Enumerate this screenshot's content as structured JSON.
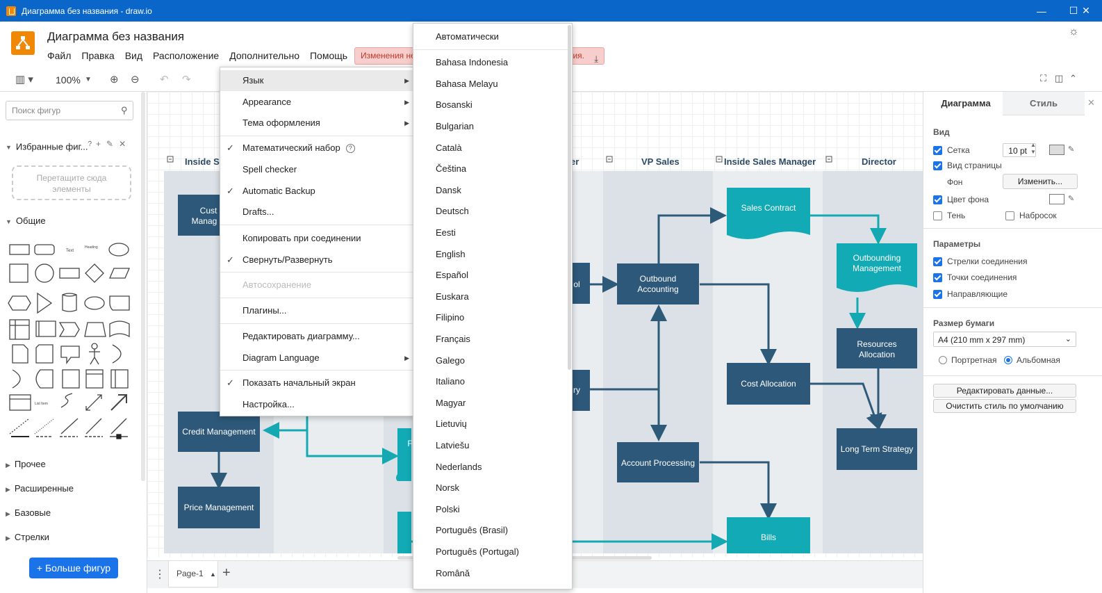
{
  "window": {
    "title": "Диаграмма без названия - draw.io"
  },
  "header": {
    "doc_title": "Диаграмма без названия",
    "menu": [
      "Файл",
      "Правка",
      "Вид",
      "Расположение",
      "Дополнительно",
      "Помощь"
    ],
    "unsaved_start": "Изменения не",
    "unsaved_end": "ния."
  },
  "toolbar": {
    "zoom": "100%"
  },
  "sidebar": {
    "search_placeholder": "Поиск фигур",
    "favorites": "Избранные фиг...",
    "favorites_help": "?",
    "drop_hint_1": "Перетащите сюда",
    "drop_hint_2": "элементы",
    "general": "Общие",
    "sections": [
      "Прочее",
      "Расширенные",
      "Базовые",
      "Стрелки"
    ],
    "more_shapes": "+ Больше фигур",
    "shape_text_samples": [
      "Text",
      "Heading",
      "List Item"
    ]
  },
  "diagram": {
    "lanes": [
      "Inside S",
      "er",
      "VP Sales",
      "Inside Sales Manager",
      "Director"
    ],
    "nodes": {
      "cust_1": "Cust",
      "cust_2": "Manag",
      "ol": "ol",
      "ry": "ry",
      "sales_contract": "Sales Contract",
      "outbound_1": "Outbound",
      "outbound_2": "Accounting",
      "outbounding_1": "Outbounding",
      "outbounding_2": "Management",
      "resources_1": "Resources",
      "resources_2": "Allocation",
      "cost_allocation": "Cost Allocation",
      "credit_management": "Credit Management",
      "account_processing": "Account Processing",
      "long_term_strategy": "Long Term Strategy",
      "price_management": "Price Management",
      "bills": "Bills",
      "f_partial": "F"
    },
    "colors": {
      "dark": "#2d5879",
      "teal": "#12aab5",
      "lane": "#dbe1e6",
      "arrow_dark": "#2e5a7a",
      "arrow_teal": "#14a9b2"
    }
  },
  "pages": {
    "tab": "Page-1"
  },
  "right_panel": {
    "tab_diagram": "Диаграмма",
    "tab_style": "Стиль",
    "view_head": "Вид",
    "grid": "Сетка",
    "grid_size": "10 pt",
    "page_view": "Вид страницы",
    "background": "Фон",
    "change_btn": "Изменить...",
    "bg_color": "Цвет фона",
    "shadow": "Тень",
    "sketch": "Набросок",
    "params_head": "Параметры",
    "connection_arrows": "Стрелки соединения",
    "connection_points": "Точки соединения",
    "guides": "Направляющие",
    "paper_head": "Размер бумаги",
    "paper_size": "A4 (210 mm x 297 mm)",
    "portrait": "Портретная",
    "landscape": "Альбомная",
    "edit_data": "Редактировать данные...",
    "clear_style": "Очистить стиль по умолчанию"
  },
  "extras_menu": {
    "items": [
      {
        "label": "Язык",
        "submenu": true,
        "checked": false
      },
      {
        "label": "Appearance",
        "submenu": true,
        "checked": false
      },
      {
        "label": "Тема оформления",
        "submenu": true,
        "checked": false
      },
      {
        "label": "Математический набор",
        "checked": true
      },
      {
        "label": "Spell checker",
        "checked": false
      },
      {
        "label": "Automatic Backup",
        "checked": true
      },
      {
        "label": "Drafts...",
        "checked": false
      },
      {
        "label": "Копировать при соединении",
        "checked": false
      },
      {
        "label": "Свернуть/Развернуть",
        "checked": true
      },
      {
        "label": "Автосохранение",
        "disabled": true
      },
      {
        "label": "Плагины...",
        "checked": false
      },
      {
        "label": "Редактировать диаграмму...",
        "checked": false
      },
      {
        "label": "Diagram Language",
        "submenu": true,
        "checked": false
      },
      {
        "label": "Показать начальный экран",
        "checked": true
      },
      {
        "label": "Настройка...",
        "checked": false
      }
    ],
    "help_mark": "?"
  },
  "language_menu": {
    "items": [
      "Автоматически",
      "Bahasa Indonesia",
      "Bahasa Melayu",
      "Bosanski",
      "Bulgarian",
      "Català",
      "Čeština",
      "Dansk",
      "Deutsch",
      "Eesti",
      "English",
      "Español",
      "Euskara",
      "Filipino",
      "Français",
      "Galego",
      "Italiano",
      "Magyar",
      "Lietuvių",
      "Latviešu",
      "Nederlands",
      "Norsk",
      "Polski",
      "Português (Brasil)",
      "Português (Portugal)",
      "Română"
    ]
  }
}
